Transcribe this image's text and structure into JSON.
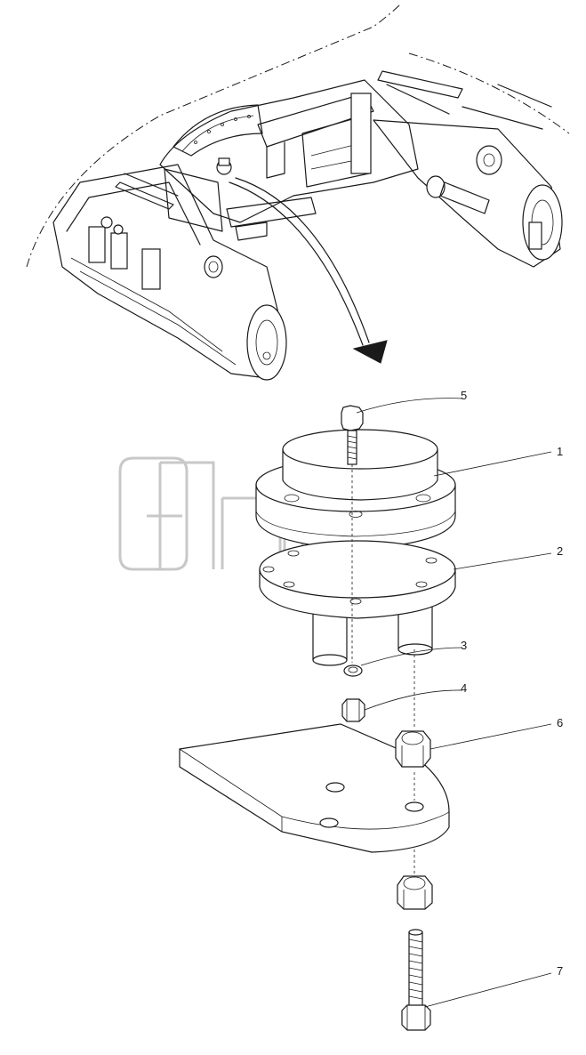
{
  "diagram": {
    "callouts": [
      {
        "id": "c1",
        "label": "1"
      },
      {
        "id": "c2",
        "label": "2"
      },
      {
        "id": "c3",
        "label": "3"
      },
      {
        "id": "c4",
        "label": "4"
      },
      {
        "id": "c5",
        "label": "5"
      },
      {
        "id": "c6",
        "label": "6"
      },
      {
        "id": "c7",
        "label": "7"
      }
    ],
    "watermark": {
      "tm": "TM"
    }
  }
}
